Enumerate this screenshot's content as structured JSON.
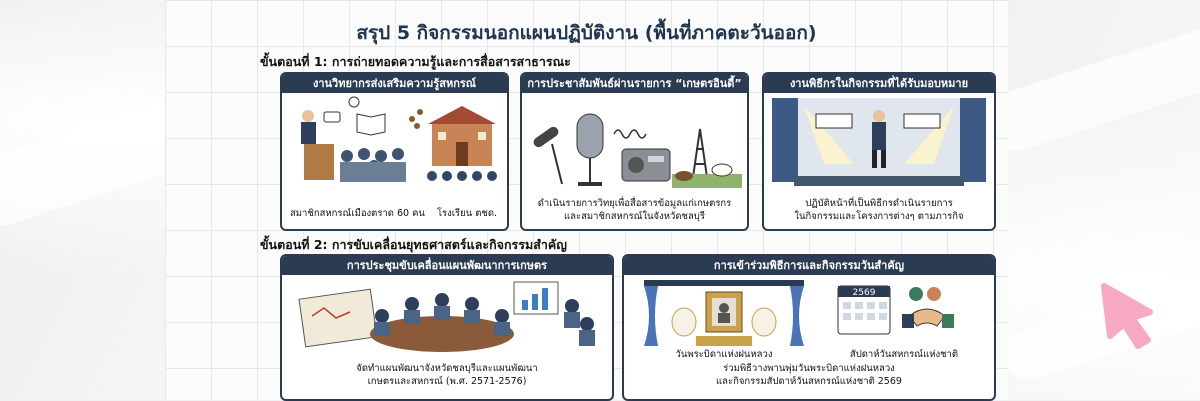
{
  "title": "สรุป 5 กิจกรรมนอกแผนปฏิบัติงาน (พื้นที่ภาคตะวันออก)",
  "step1": {
    "label": "ขั้นตอนที่ 1: การถ่ายทอดความรู้และการสื่อสารสาธารณะ",
    "cards": [
      {
        "header": "งานวิทยากรส่งเสริมความรู้สหกรณ์",
        "caption_left": "สมาชิกสหกรณ์เมืองตราด 60 คน",
        "caption_right": "โรงเรียน ตชด."
      },
      {
        "header": "การประชาสัมพันธ์ผ่านรายการ “เกษตรอินดี้”",
        "caption_line1": "ดำเนินรายการวิทยุเพื่อสื่อสารข้อมูลแก่เกษตรกร",
        "caption_line2": "และสมาชิกสหกรณ์ในจังหวัดชลบุรี"
      },
      {
        "header": "งานพิธีกรในกิจกรรมที่ได้รับมอบหมาย",
        "caption_line1": "ปฏิบัติหน้าที่เป็นพิธีกรดำเนินรายการ",
        "caption_line2": "ในกิจกรรมและโครงการต่างๆ ตามภารกิจ"
      }
    ]
  },
  "step2": {
    "label": "ขั้นตอนที่ 2: การขับเคลื่อนยุทธศาสตร์และกิจกรรมสำคัญ",
    "cards": [
      {
        "header": "การประชุมขับเคลื่อนแผนพัฒนาการเกษตร",
        "caption_line1": "จัดทำแผนพัฒนาจังหวัดชลบุรีและแผนพัฒนา",
        "caption_line2": "เกษตรและสหกรณ์ (พ.ศ. 2571-2576)"
      },
      {
        "header": "การเข้าร่วมพิธีการและกิจกรรมวันสำคัญ",
        "label_left": "วันพระบิดาแห่งฝนหลวง",
        "label_right": "สัปดาห์วันสหกรณ์แห่งชาติ",
        "calendar_year": "2569",
        "caption_line1": "ร่วมพิธีวางพานพุ่มวันพระบิดาแห่งฝนหลวง",
        "caption_line2": "และกิจกรรมสัปดาห์วันสหกรณ์แห่งชาติ 2569"
      }
    ]
  },
  "colors": {
    "navy": "#2b3b52",
    "cursor": "#f7a9c4"
  }
}
